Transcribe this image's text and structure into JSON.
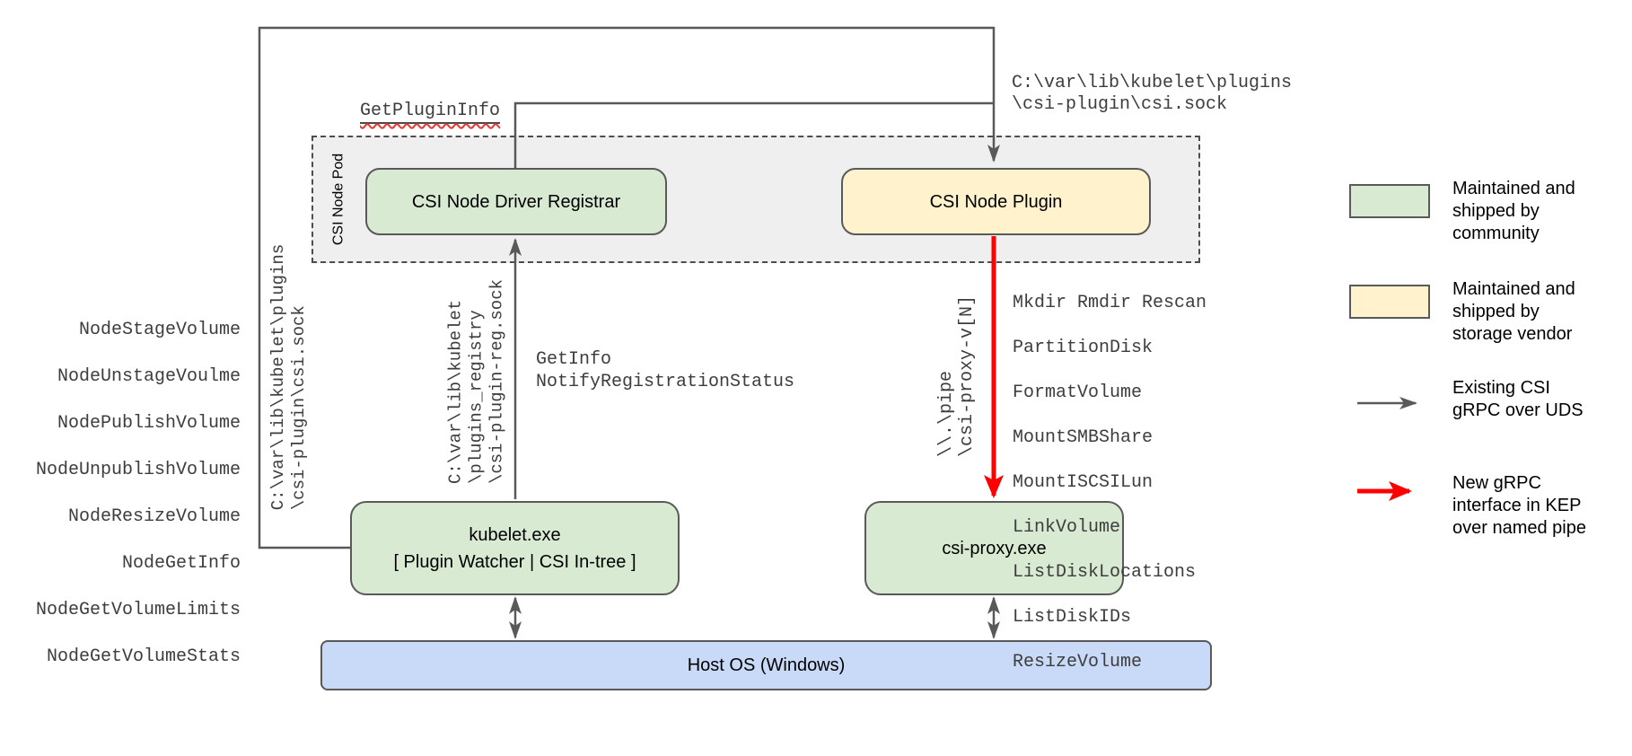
{
  "colors": {
    "community_green": "#d9ead3",
    "vendor_yellow": "#fff2cc",
    "host_blue": "#c9daf8",
    "pod_gray": "#efefef",
    "wire_gray": "#595959",
    "new_grpc_red": "#ff0000"
  },
  "pod": {
    "label": "CSI Node Pod"
  },
  "boxes": {
    "registrar": "CSI Node Driver Registrar",
    "plugin": "CSI Node Plugin",
    "kubelet_line1": "kubelet.exe",
    "kubelet_line2": "[ Plugin Watcher | CSI In-tree ]",
    "csi_proxy": "csi-proxy.exe",
    "host_os": "Host OS (Windows)"
  },
  "labels": {
    "get_plugin_info": "GetPluginInfo",
    "csi_sock_top": "C:\\var\\lib\\kubelet\\plugins\n\\csi-plugin\\csi.sock",
    "csi_sock_left": "C:\\var\\lib\\kubelet\\plugins\n\\csi-plugin\\csi.sock",
    "registration_sock": "C:\\var\\lib\\kubelet\n\\plugins_registry\n\\csi-plugin-reg.sock",
    "registration_calls": "GetInfo\nNotifyRegistrationStatus",
    "named_pipe": "\\\\.\\pipe\n\\csi-proxy-v[N]"
  },
  "node_methods": [
    "NodeStageVolume",
    "NodeUnstageVoulme",
    "NodePublishVolume",
    "NodeUnpublishVolume",
    "NodeResizeVolume",
    "NodeGetInfo",
    "NodeGetVolumeLimits",
    "NodeGetVolumeStats"
  ],
  "proxy_calls": [
    "Mkdir Rmdir Rescan",
    "PartitionDisk",
    "FormatVolume",
    "MountSMBShare",
    "MountISCSILun",
    "LinkVolume",
    "ListDiskLocations",
    "ListDiskIDs",
    "ResizeVolume"
  ],
  "legend": [
    {
      "label": "Maintained and shipped by community"
    },
    {
      "label": "Maintained and shipped by storage vendor"
    },
    {
      "label": "Existing CSI gRPC over UDS"
    },
    {
      "label": "New gRPC interface in KEP over named pipe"
    }
  ]
}
